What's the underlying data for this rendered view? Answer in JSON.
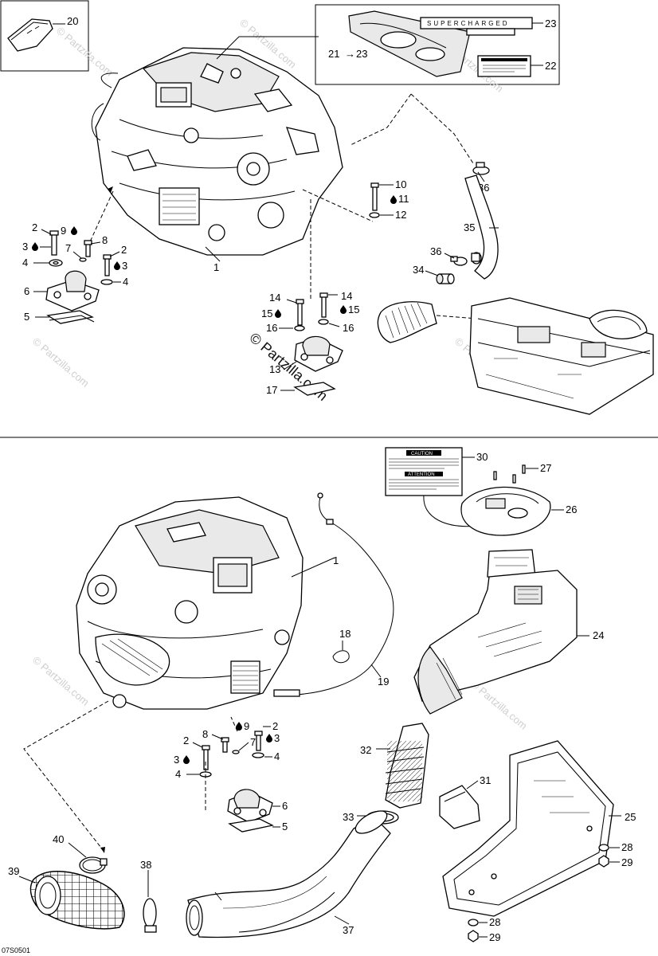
{
  "watermark": {
    "text": "© Partzilla.com"
  },
  "footer": {
    "code": "07S0501"
  },
  "decals": {
    "supercharged": "SUPERCHARGED",
    "caution_heading": "CAUTION",
    "attention_heading": "ATTENTION"
  },
  "callouts": {
    "c1a": "1",
    "c2a": "2",
    "c2b": "2",
    "c3a": "3",
    "c3b": "3",
    "c4a": "4",
    "c4b": "4",
    "c5a": "5",
    "c6a": "6",
    "c7a": "7",
    "c8a": "8",
    "c9a": "9",
    "c10": "10",
    "c11": "11",
    "c12": "12",
    "c13": "13",
    "c14a": "14",
    "c14b": "14",
    "c15a": "15",
    "c15b": "15",
    "c16a": "16",
    "c16b": "16",
    "c17": "17",
    "c20": "20",
    "c21": "21",
    "c22": "22",
    "c23": "23",
    "c23b": "23",
    "c34": "34",
    "c35": "35",
    "c36a": "36",
    "c36b": "36",
    "c1b": "1",
    "c2c": "2",
    "c2d": "2",
    "c3c": "3",
    "c3d": "3",
    "c4c": "4",
    "c4d": "4",
    "c5b": "5",
    "c6b": "6",
    "c7b": "7",
    "c8b": "8",
    "c9b": "9",
    "c18": "18",
    "c19": "19",
    "c24": "24",
    "c25": "25",
    "c26": "26",
    "c27": "27",
    "c28a": "28",
    "c28b": "28",
    "c29a": "29",
    "c29b": "29",
    "c30": "30",
    "c31": "31",
    "c32": "32",
    "c33": "33",
    "c37": "37",
    "c38": "38",
    "c39": "39",
    "c40": "40"
  },
  "icons": {
    "sealant": "droplet-icon",
    "arrow": "arrow-right-icon"
  }
}
